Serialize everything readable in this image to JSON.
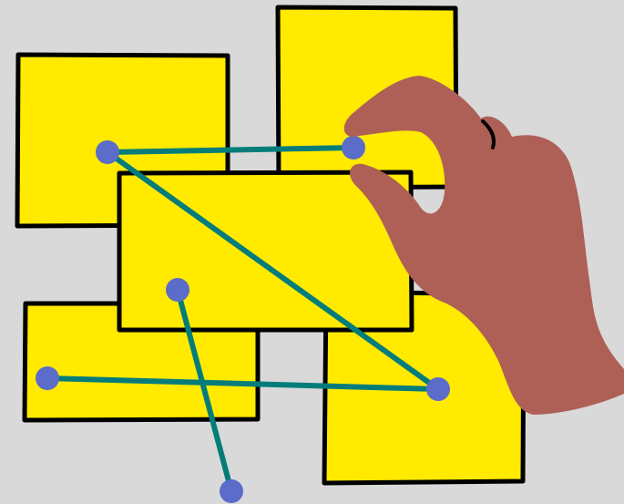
{
  "scene": {
    "name": "untangle-ropes-puzzle",
    "background_color": "#d9d9d9"
  },
  "colors": {
    "card_fill": "#ffea00",
    "card_border": "#000000",
    "rope": "#047d7a",
    "rope_end": "#5b6cc9",
    "hand_skin": "#ae6056",
    "hand_outline": "#000000"
  },
  "cards": [
    {
      "id": "card-top-left"
    },
    {
      "id": "card-top-right"
    },
    {
      "id": "card-bottom-left"
    },
    {
      "id": "card-bottom-right"
    },
    {
      "id": "card-center"
    }
  ],
  "ropes": [
    {
      "id": "rope-1",
      "from": "end-a",
      "to": "end-b"
    },
    {
      "id": "rope-2",
      "from": "end-a",
      "to": "end-c"
    },
    {
      "id": "rope-3",
      "from": "end-d",
      "to": "end-c"
    },
    {
      "id": "rope-4",
      "from": "end-e",
      "to": "end-f"
    }
  ],
  "icons": {
    "hand": "pointing-hand-icon"
  }
}
